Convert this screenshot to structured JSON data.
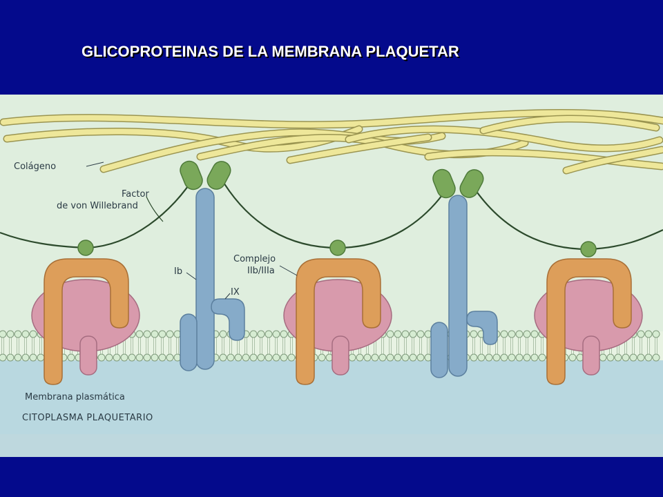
{
  "slide": {
    "title": "GLICOPROTEINAS DE LA MEMBRANA PLAQUETAR",
    "colors": {
      "background": "#040a8c",
      "collagen": "#eee79a",
      "von_willebrand": "#2c4a2c",
      "glycoprotein_green": "#7aa85a",
      "gp_iib_iiia_orange": "#dd9e5a",
      "gp_iib_iiia_pink": "#d89aac",
      "gp_ib_ix_blue": "#86abc9",
      "membrane_heads": "#d6ecd2",
      "cytoplasm": "#b9d8e0"
    }
  },
  "diagram": {
    "labels": {
      "collagen": "Colágeno",
      "vwf_line1": "Factor",
      "vwf_line2": "de von Willebrand",
      "ib": "Ib",
      "ix": "IX",
      "complex_line1": "Complejo",
      "complex_line2": "IIb/IIIa",
      "plasma_membrane": "Membrana plasmática",
      "cytoplasm": "CITOPLASMA PLAQUETARIO"
    }
  }
}
